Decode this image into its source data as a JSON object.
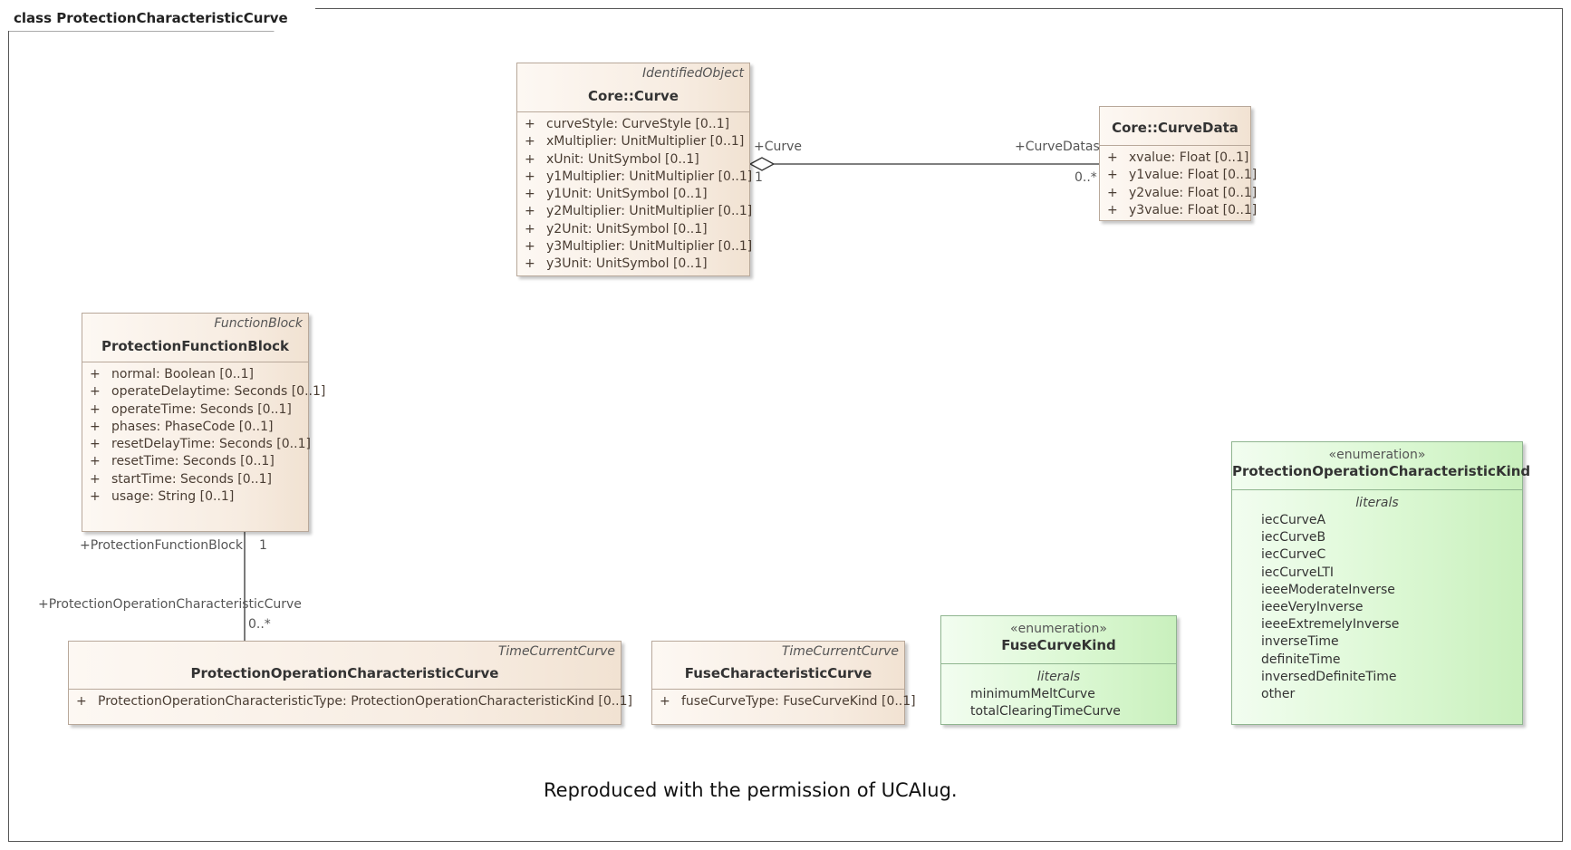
{
  "frame": {
    "title": "class ProtectionCharacteristicCurve"
  },
  "classes": {
    "curve": {
      "stereotype": "IdentifiedObject",
      "name": "Core::Curve",
      "attributes": [
        "curveStyle: CurveStyle [0..1]",
        "xMultiplier: UnitMultiplier [0..1]",
        "xUnit: UnitSymbol [0..1]",
        "y1Multiplier: UnitMultiplier [0..1]",
        "y1Unit: UnitSymbol [0..1]",
        "y2Multiplier: UnitMultiplier [0..1]",
        "y2Unit: UnitSymbol [0..1]",
        "y3Multiplier: UnitMultiplier [0..1]",
        "y3Unit: UnitSymbol [0..1]"
      ]
    },
    "curve_data": {
      "name": "Core::CurveData",
      "attributes": [
        "xvalue: Float [0..1]",
        "y1value: Float [0..1]",
        "y2value: Float [0..1]",
        "y3value: Float [0..1]"
      ]
    },
    "protection_function_block": {
      "stereotype": "FunctionBlock",
      "name": "ProtectionFunctionBlock",
      "attributes": [
        "normal: Boolean [0..1]",
        "operateDelaytime: Seconds [0..1]",
        "operateTime: Seconds [0..1]",
        "phases: PhaseCode [0..1]",
        "resetDelayTime: Seconds [0..1]",
        "resetTime: Seconds [0..1]",
        "startTime: Seconds [0..1]",
        "usage: String [0..1]"
      ]
    },
    "protection_op_curve": {
      "stereotype": "TimeCurrentCurve",
      "name": "ProtectionOperationCharacteristicCurve",
      "attributes": [
        "ProtectionOperationCharacteristicType: ProtectionOperationCharacteristicKind [0..1]"
      ]
    },
    "fuse_curve": {
      "stereotype": "TimeCurrentCurve",
      "name": "FuseCharacteristicCurve",
      "attributes": [
        "fuseCurveType: FuseCurveKind [0..1]"
      ]
    }
  },
  "enums": {
    "fuse_kind": {
      "stereotype": "«enumeration»",
      "name": "FuseCurveKind",
      "section": "literals",
      "literals": [
        "minimumMeltCurve",
        "totalClearingTimeCurve"
      ]
    },
    "protection_kind": {
      "stereotype": "«enumeration»",
      "name": "ProtectionOperationCharacteristicKind",
      "section": "literals",
      "literals": [
        "iecCurveA",
        "iecCurveB",
        "iecCurveC",
        "iecCurveLTI",
        "ieeeModerateInverse",
        "ieeeVeryInverse",
        "ieeeExtremelyInverse",
        "inverseTime",
        "definiteTime",
        "inversedDefiniteTime",
        "other"
      ]
    }
  },
  "associations": {
    "curve_curvedata": {
      "source_role": "+Curve",
      "source_mult": "1",
      "target_role": "+CurveDatas",
      "target_mult": "0..*"
    },
    "pfb_pocc": {
      "source_role": "+ProtectionFunctionBlock",
      "source_mult": "1",
      "target_role": "+ProtectionOperationCharacteristicCurve",
      "target_mult": "0..*"
    }
  },
  "attr_marker": "+",
  "note": "Reproduced with the permission of UCAIug."
}
